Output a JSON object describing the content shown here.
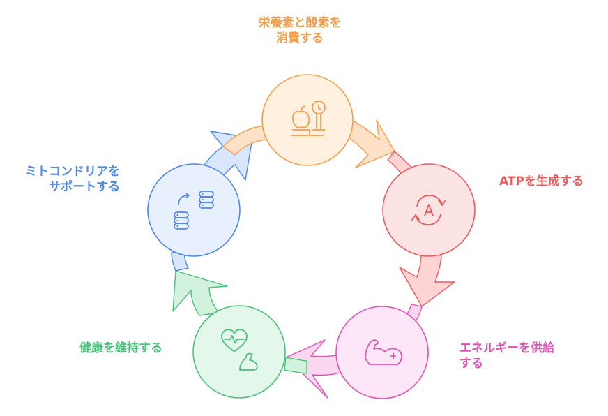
{
  "colors": {
    "orange": "#f59e4a",
    "orange_fill": "#fff0e0",
    "red": "#ec5b5b",
    "red_fill": "#fde4e4",
    "pink": "#e052b5",
    "pink_fill": "#fde6f7",
    "green": "#4cc07a",
    "green_fill": "#e3f8ea",
    "blue": "#4e88e6",
    "blue_fill": "#e8f0fd"
  },
  "steps": [
    {
      "id": "nutrients",
      "lines": [
        "栄養素と酸素を",
        "消費する"
      ],
      "color": "orange",
      "icon": "apple-scale-icon"
    },
    {
      "id": "atp",
      "lines": [
        "ATPを生成する"
      ],
      "color": "red",
      "icon": "atp-cycle-icon"
    },
    {
      "id": "energy",
      "lines": [
        "エネルギーを供給",
        "する"
      ],
      "color": "pink",
      "icon": "flexed-arm-icon"
    },
    {
      "id": "health",
      "lines": [
        "健康を維持する"
      ],
      "color": "green",
      "icon": "heart-arm-icon"
    },
    {
      "id": "mito",
      "lines": [
        "ミトコンドリアを",
        "サポートする"
      ],
      "color": "blue",
      "icon": "database-sync-icon"
    }
  ]
}
